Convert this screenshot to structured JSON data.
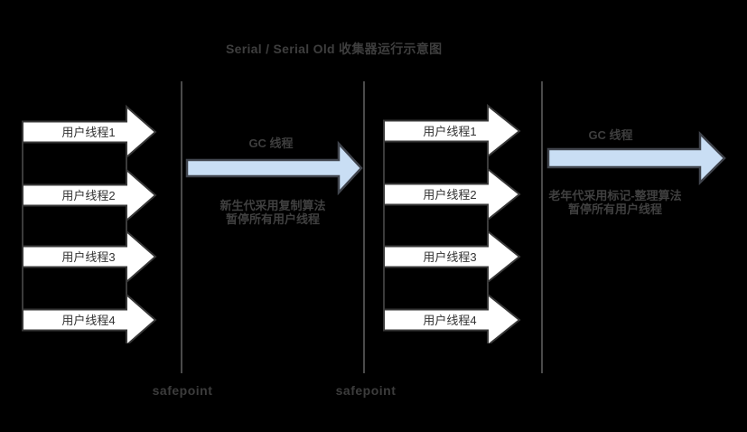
{
  "title": "Serial / Serial Old 收集器运行示意图",
  "colors": {
    "background": "#000000",
    "annotation_text": "#3e3e3e",
    "safepoint_line": "#4a4a4a",
    "thread_arrow_fill": "#ffffff",
    "thread_arrow_stroke": "#383838",
    "thread_label_text": "#333333",
    "gc_arrow_fill": "#c9def4",
    "gc_arrow_stroke": "#40444c"
  },
  "left_threads": {
    "labels": [
      "用户线程1",
      "用户线程2",
      "用户线程3",
      "用户线程4"
    ]
  },
  "middle_threads": {
    "labels": [
      "用户线程1",
      "用户线程2",
      "用户线程3",
      "用户线程4"
    ]
  },
  "gc_sections": [
    {
      "label": "GC 线程",
      "desc_line1": "新生代采用复制算法",
      "desc_line2": "暂停所有用户线程"
    },
    {
      "label": "GC 线程",
      "desc_line1": "老年代采用标记-整理算法",
      "desc_line2": "暂停所有用户线程"
    }
  ],
  "safepoints": [
    "safepoint",
    "safepoint"
  ]
}
